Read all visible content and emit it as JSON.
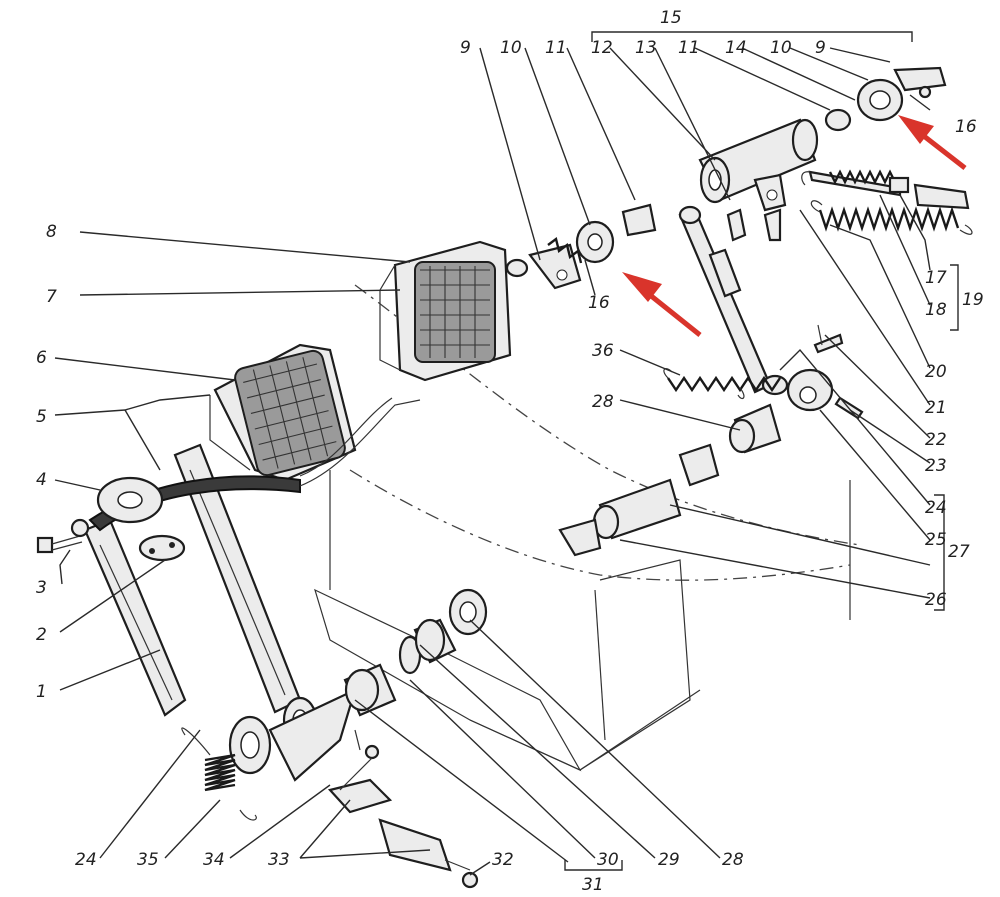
{
  "labels": {
    "l1": "1",
    "l2": "2",
    "l3": "3",
    "l4": "4",
    "l5": "5",
    "l6": "6",
    "l7": "7",
    "l8": "8",
    "l9a": "9",
    "l10a": "10",
    "l11a": "11",
    "l12": "12",
    "l13": "13",
    "l11b": "11",
    "l14": "14",
    "l10b": "10",
    "l9b": "9",
    "l15": "15",
    "l16a": "16",
    "l16b": "16",
    "l17": "17",
    "l18": "18",
    "l19": "19",
    "l20": "20",
    "l21": "21",
    "l22": "22",
    "l23": "23",
    "l24a": "24",
    "l24b": "24",
    "l25": "25",
    "l26": "26",
    "l27": "27",
    "l28a": "28",
    "l28b": "28",
    "l29": "29",
    "l30": "30",
    "l31": "31",
    "l32": "32",
    "l33": "33",
    "l34": "34",
    "l35": "35",
    "l36": "36"
  },
  "colors": {
    "ink": "#1e1e1e",
    "paper": "#ffffff",
    "highlight_arrow": "#d9342b"
  }
}
